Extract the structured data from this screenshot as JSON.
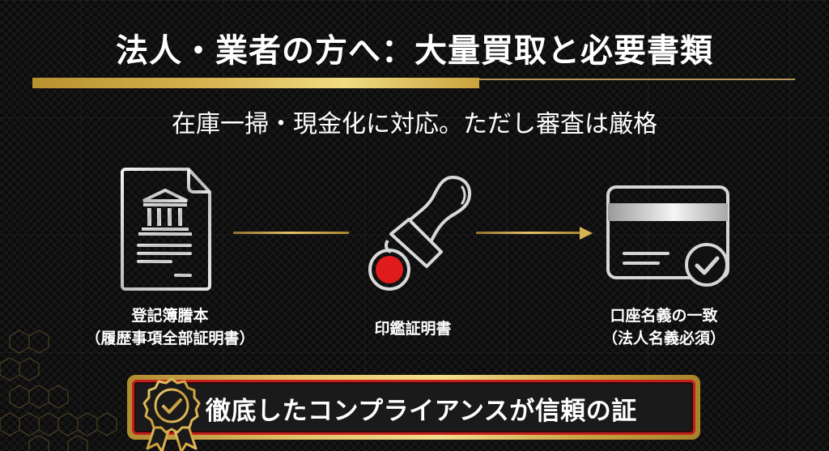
{
  "slide": {
    "title": "法人・業者の方へ：大量買取と必要書類",
    "subtitle": "在庫一掃・現金化に対応。ただし審査は厳格",
    "steps": [
      {
        "icon": "registry-document-icon",
        "label_line1": "登記簿謄本",
        "label_line2": "（履歴事項全部証明書）"
      },
      {
        "icon": "seal-stamp-icon",
        "label_line1": "印鑑証明書"
      },
      {
        "icon": "bank-card-check-icon",
        "label_line1": "口座名義の一致",
        "label_line2": "（法人名義必須）"
      }
    ],
    "banner": {
      "icon": "award-badge-check-icon",
      "text": "徹底したコンプライアンスが信頼の証"
    },
    "colors": {
      "background": "#0c0c0d",
      "gold": "#d8b452",
      "gold_light": "#f0dc82",
      "silver": "#d9d9d9",
      "stamp_red": "#e01b1b",
      "banner_red": "#c21e1e",
      "text": "#ffffff"
    }
  }
}
